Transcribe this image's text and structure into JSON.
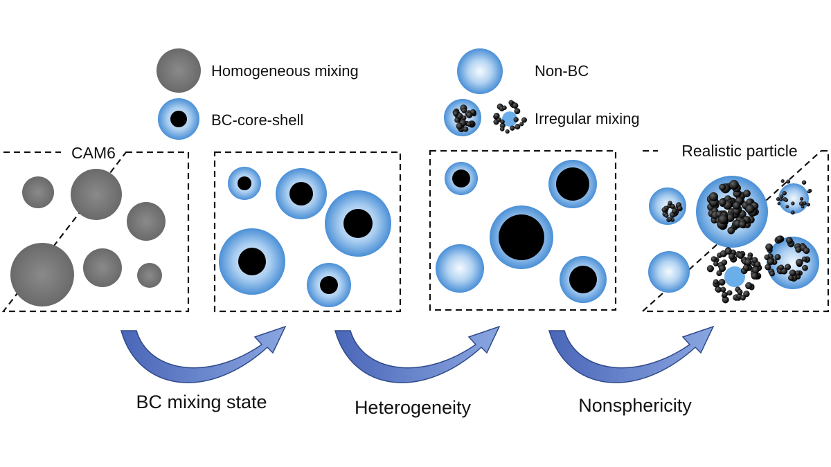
{
  "legend": {
    "homogeneous": "Homogeneous mixing",
    "core_shell": "BC-core-shell",
    "non_bc": "Non-BC",
    "irregular": "Irregular mixing"
  },
  "panels": {
    "cam6": "CAM6",
    "realistic": "Realistic particle"
  },
  "steps": {
    "mixing_state": "BC mixing state",
    "heterogeneity": "Heterogeneity",
    "nonsphericity": "Nonsphericity"
  },
  "colors": {
    "gray": "#7b7b7b",
    "shell_edge": "#4a90d9",
    "shell_center": "#eaf3fc",
    "bc_core": "#000000",
    "arrow_fill": "#5a79c8",
    "arrow_stroke": "#2f4a8a"
  }
}
